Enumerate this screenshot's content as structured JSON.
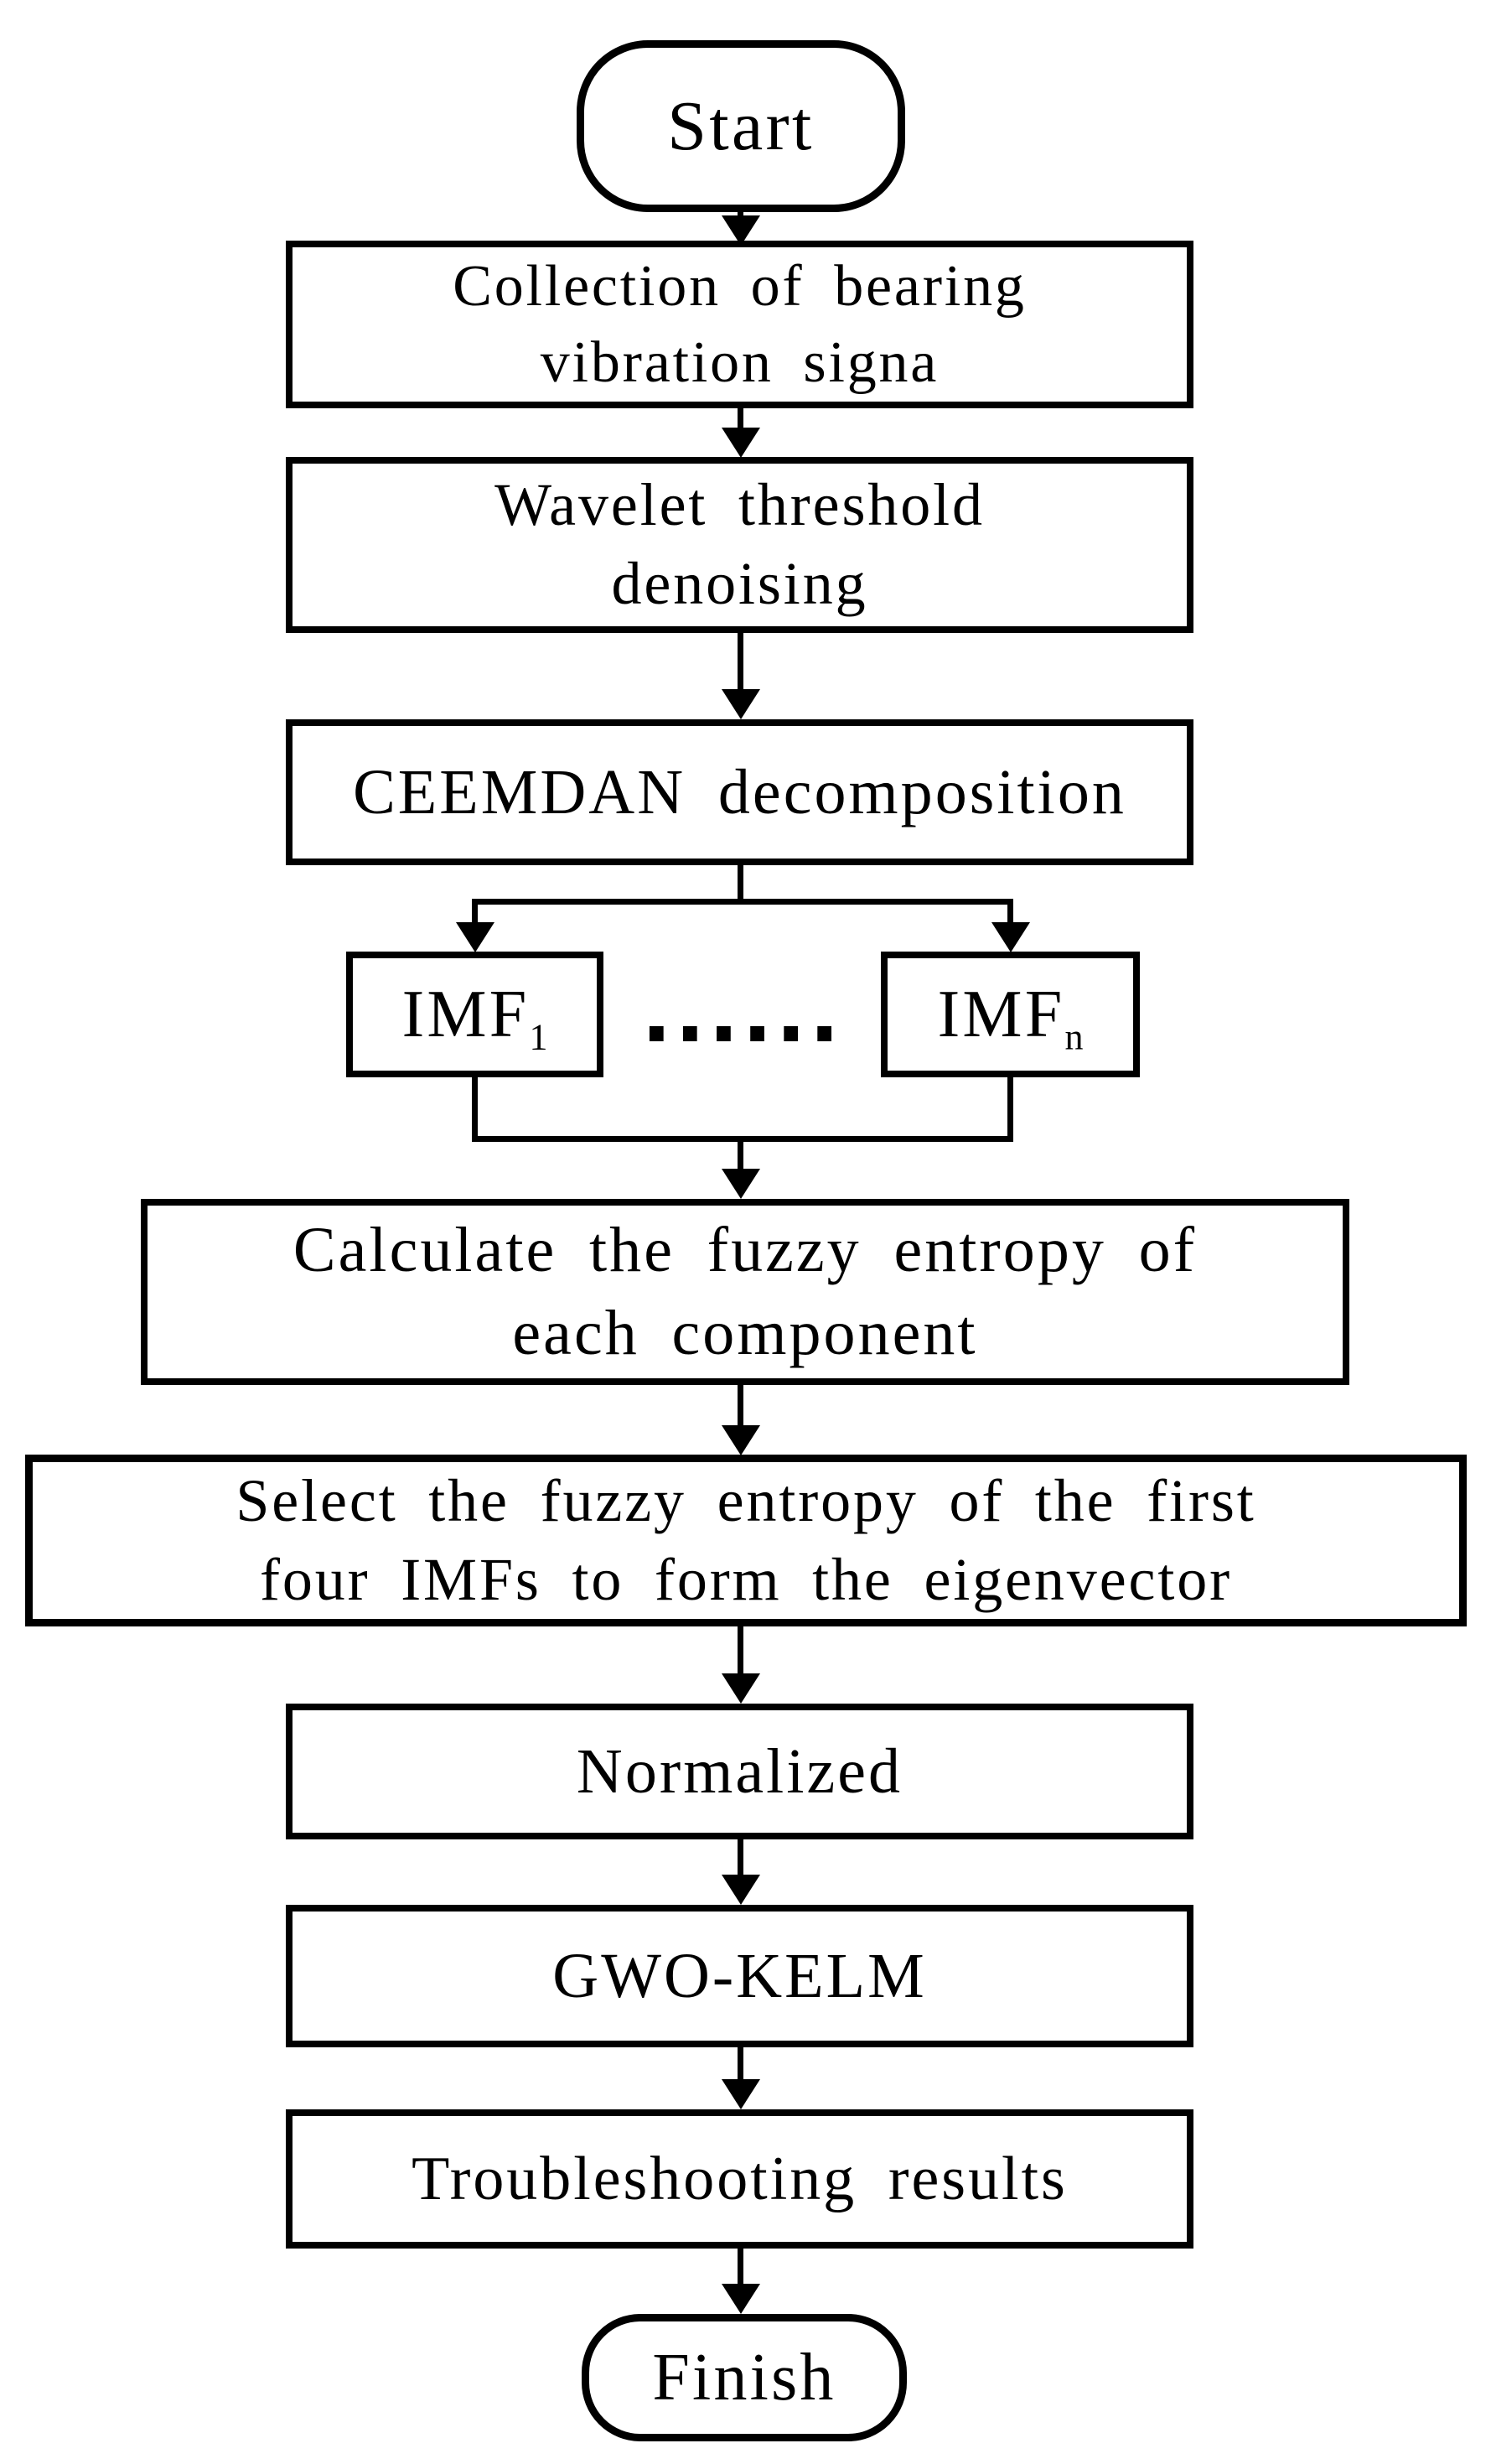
{
  "diagram": {
    "type": "flowchart",
    "background_color": "#ffffff",
    "stroke_color": "#000000",
    "nodes": {
      "start": {
        "label": "Start",
        "shape": "terminator"
      },
      "collect": {
        "line1": "Collection of bearing",
        "line2": "vibration signa",
        "shape": "process"
      },
      "wavelet": {
        "line1": "Wavelet threshold",
        "line2": "denoising",
        "shape": "process"
      },
      "ceemdan": {
        "label": "CEEMDAN decomposition",
        "shape": "process"
      },
      "imf1": {
        "base": "IMF",
        "sub": "1",
        "shape": "process"
      },
      "imfn": {
        "base": "IMF",
        "sub": "n",
        "shape": "process"
      },
      "dots": {
        "label": "......"
      },
      "fuzzy": {
        "line1": "Calculate the fuzzy entropy of",
        "line2": "each component",
        "shape": "process"
      },
      "select": {
        "line1": "Select the fuzzy entropy of the first",
        "line2": "four IMFs to form the eigenvector",
        "shape": "process"
      },
      "normalized": {
        "label": "Normalized",
        "shape": "process"
      },
      "gwokelm": {
        "label": "GWO-KELM",
        "shape": "process"
      },
      "troubleshooting": {
        "label": "Troubleshooting results",
        "shape": "process"
      },
      "finish": {
        "label": "Finish",
        "shape": "terminator"
      }
    },
    "edges": [
      "start -> collect",
      "collect -> wavelet",
      "wavelet -> ceemdan",
      "ceemdan -> imf1",
      "ceemdan -> imfn",
      "imf1 -> fuzzy",
      "imfn -> fuzzy",
      "fuzzy -> select",
      "select -> normalized",
      "normalized -> gwokelm",
      "gwokelm -> troubleshooting",
      "troubleshooting -> finish"
    ]
  }
}
